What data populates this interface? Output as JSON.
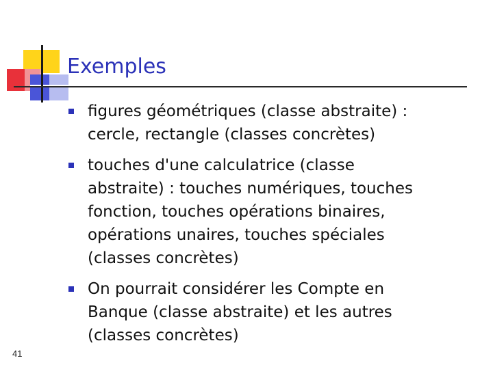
{
  "slide": {
    "title": "Exemples",
    "bullets": [
      {
        "text": "figures géométriques (classe abstraite) :\ncercle, rectangle (classes concrètes)"
      },
      {
        "text": "touches d'une calculatrice (classe\nabstraite) : touches numériques, touches\nfonction, touches opérations binaires,\nopérations unaires, touches spéciales\n(classes concrètes)"
      },
      {
        "text": "On pourrait considérer les Compte en\nBanque   (classe abstraite) et les autres\n(classes concrètes)"
      }
    ],
    "page_number": "41"
  },
  "theme": {
    "title_color": "#2b32b8",
    "bullet_color": "#2b32b8",
    "decoration_colors": {
      "yellow": "#ffd41a",
      "red": "#e8313a",
      "blue": "#4a55d8",
      "light_blue": "#b7bdf0",
      "pink": "#f2a4a8",
      "line": "#1a1a1a"
    }
  }
}
